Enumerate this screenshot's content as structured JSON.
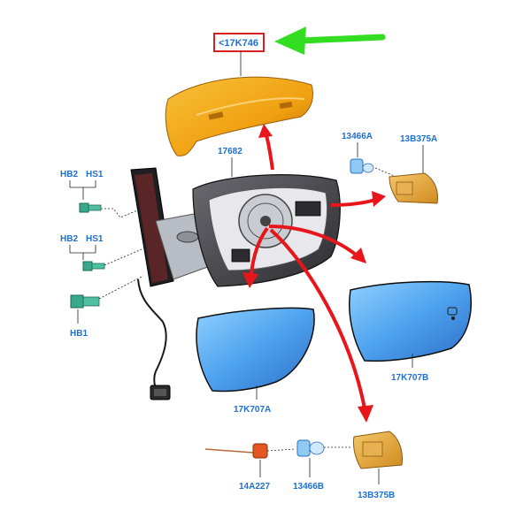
{
  "labels": {
    "cap": "<17K746",
    "housing": "17682",
    "bulb_a": "13466A",
    "lamp_a": "13B375A",
    "hb2_top": "HB2",
    "hs1_top": "HS1",
    "hb2_mid": "HB2",
    "hs1_mid": "HS1",
    "hb1": "HB1",
    "glass_a": "17K707A",
    "glass_b": "17K707B",
    "wire": "14A227",
    "bulb_b": "13466B",
    "lamp_b": "13B375B"
  },
  "colors": {
    "label": "#1f6fd1",
    "highlight_box": "#d9201f",
    "green_arrow": "#33dd22",
    "red_arrow": "#e8161b",
    "cap_orange": "#f0a010",
    "glass_blue": "#5aa8f0",
    "frame_dark": "#2a2a2a",
    "bolt_teal": "#3aa88c"
  }
}
